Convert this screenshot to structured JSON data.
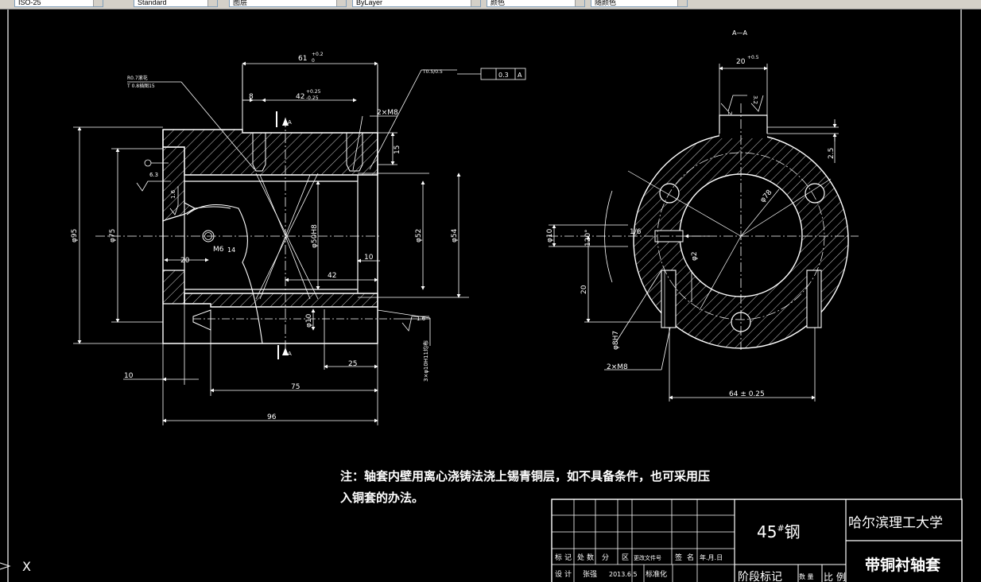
{
  "toolbar": {
    "fields": [
      "ISO-25",
      "Standard",
      "图层",
      "ByLayer",
      "颜色",
      "随颜色"
    ]
  },
  "drawing": {
    "section_title": "A—A",
    "main_dims": {
      "d61": "61",
      "d61_tol": "+0.2",
      "d61_tol2": "0",
      "d42top": "42",
      "d42top_tol": "+0.25",
      "d42top_tol2": "-0.25",
      "d8": "8",
      "d2m8": "2×M8",
      "d15": "15",
      "d95": "φ95",
      "d75": "φ75",
      "d50h": "φ50H8",
      "d52": "φ52",
      "d54": "φ54",
      "d20": "20",
      "d10r": "10",
      "d42": "42",
      "d10b": "φ10",
      "d25": "25",
      "d75b": "75",
      "d96": "96",
      "d10l": "10",
      "m6": "M6",
      "m6d": "14",
      "leader1": "R0.7滚花",
      "leader2": "T 0.8插图15",
      "rough": "6.3",
      "rough2": "1.6",
      "rough3": "1.6",
      "tol_frame_a": "0.3",
      "tol_frame_b": "A",
      "gd_note": "T0.5/0.5",
      "holes_note": "3×φ10H11均布",
      "sec_mark_a": "A",
      "sec_mark_b": "A"
    },
    "side_dims": {
      "d20t": "20",
      "d20t_tol": "+0.5",
      "d2": "2",
      "d25s": "2.5",
      "d10s": "φ10",
      "d120": "120°",
      "d16": "1/6",
      "d78": "φ78",
      "d20s": "20",
      "d2b": "φ2",
      "d8h": "φ8H7",
      "d2m8": "2×M8",
      "d64": "64 ± 0.25",
      "r2": "3.2"
    }
  },
  "note": {
    "line1": "注：轴套内壁用离心浇铸法浇上锡青铜层，如不具备条件，也可采用压",
    "line2": "入铜套的办法。"
  },
  "title_block": {
    "material": "45",
    "material_sup": "#",
    "material_suffix": "钢",
    "university": "哈尔滨理工大学",
    "part_name": "带铜衬轴套",
    "row_labels": [
      "标",
      "记",
      "处",
      "数",
      "分",
      "区",
      "更改文件号",
      "签",
      "名",
      "年.月.日"
    ],
    "design_label": "设",
    "design_label2": "计",
    "designer": "张强",
    "date": "2013.6.5",
    "standard": "标准化",
    "stage": "阶段标记",
    "weight": "数 量",
    "scale": "比 例"
  },
  "ucs": {
    "x": "X"
  }
}
